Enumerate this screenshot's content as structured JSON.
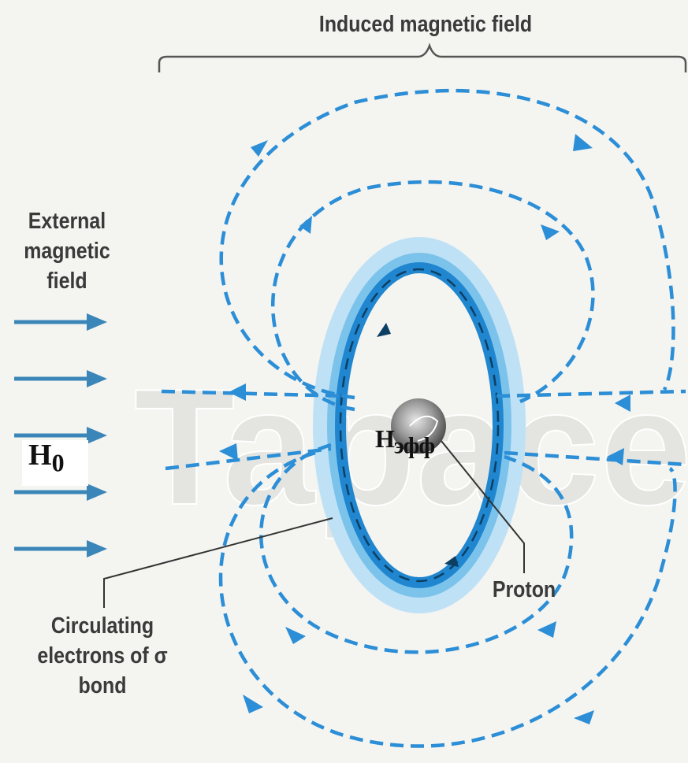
{
  "labels": {
    "induced": "Induced magnetic field",
    "external": "External magnetic field",
    "circulating": "Circulating electrons of σ bond",
    "proton": "Proton",
    "h0_main": "H",
    "h0_sub": "0",
    "heff_main": "H",
    "heff_sub": "эфф",
    "watermark": "Tapacebo"
  },
  "colors": {
    "field_line": "#2b8ed6",
    "external_arrow": "#3a86b8",
    "orbit_outer": "#a9d6f2",
    "orbit_mid": "#5fb3e6",
    "orbit_inner": "#1f86cf",
    "label_text": "#3a3a3a",
    "background": "#f4f4f1"
  }
}
